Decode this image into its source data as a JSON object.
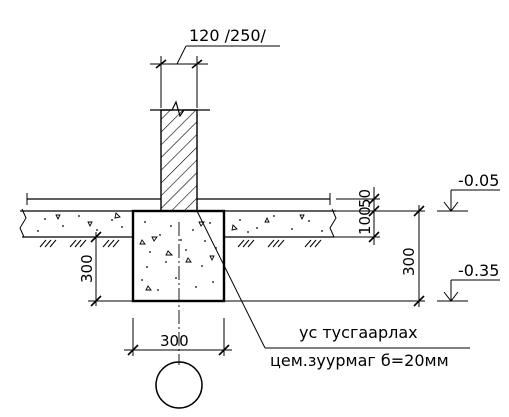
{
  "wall_thickness_label": "120 /250/",
  "level_upper": "-0.05",
  "level_lower": "-0.35",
  "dim_50": "50",
  "dim_100": "100",
  "dim_300_right": "300",
  "dim_300_left": "300",
  "dim_300_bottom": "300",
  "note_line1": "ус тусгаарлах",
  "note_line2": "цем.зуурмаг б=20мм",
  "colors": {
    "line": "#000000",
    "background": "#ffffff"
  }
}
